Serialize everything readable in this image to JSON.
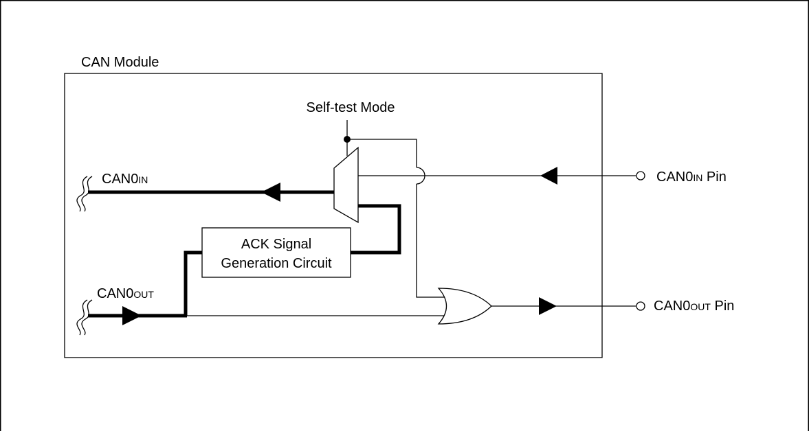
{
  "frame": {
    "module_title": "CAN Module"
  },
  "labels": {
    "self_test_mode": "Self-test Mode",
    "can0in_signal": {
      "main": "CAN0",
      "small": "IN"
    },
    "can0out_signal": {
      "main": "CAN0",
      "small": "OUT"
    },
    "ack_line1": "ACK Signal",
    "ack_line2": "Generation Circuit",
    "can0in_pin": {
      "main": "CAN0",
      "small": "IN",
      "suffix": " Pin"
    },
    "can0out_pin": {
      "main": "CAN0",
      "small": "OUT",
      "suffix": " Pin"
    }
  }
}
